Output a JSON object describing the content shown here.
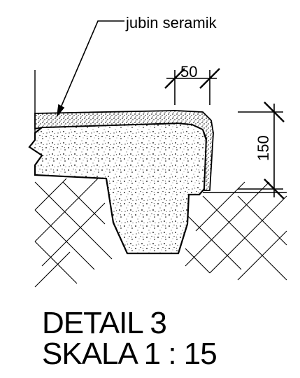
{
  "drawing": {
    "callout_label": "jubin seramik",
    "dim_horizontal": "50",
    "dim_vertical": "150"
  },
  "title": {
    "line1": "DETAIL 3",
    "line2": "SKALA 1 : 15"
  }
}
